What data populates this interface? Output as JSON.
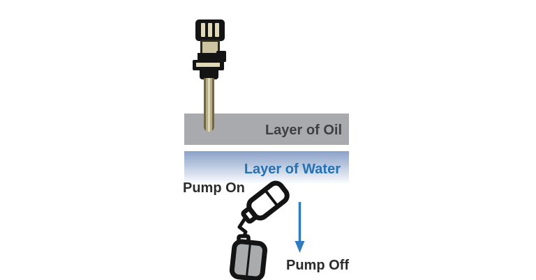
{
  "diagram": {
    "oil_band": {
      "label": "Layer of Oil"
    },
    "water_band": {
      "label": "Layer of Water"
    },
    "pump_on": {
      "label": "Pump On"
    },
    "pump_off": {
      "label": "Pump Off"
    },
    "graphics": {
      "probe": "level-sensor-probe",
      "float_on": "float-switch-tilted-up",
      "float_off": "float-switch-hanging-down",
      "arrow": "down-arrow"
    }
  },
  "colors": {
    "oil_band": "#a8aaad",
    "oil_text": "#3e3f41",
    "water_top": "#8aa2c8",
    "water_mid": "#bac8df",
    "water_bottom": "#fbfcfe",
    "water_text": "#2272b6",
    "label_dark": "#2b2b2d",
    "arrow_blue": "#2f7bbf",
    "black": "#141414",
    "tan": "#cdc5a2",
    "cream": "#e0d9b8",
    "rod": "#b7ad83",
    "olive": "#6f6747",
    "float_gray": "#a9abad"
  }
}
